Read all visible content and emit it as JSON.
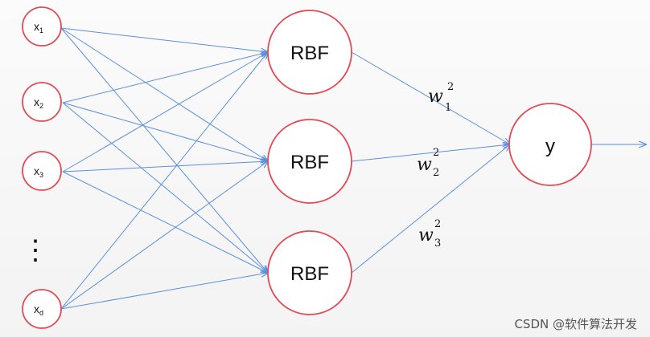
{
  "diagram": {
    "inputs": [
      {
        "id": "x1",
        "base": "x",
        "sub": "1"
      },
      {
        "id": "x2",
        "base": "x",
        "sub": "2"
      },
      {
        "id": "x3",
        "base": "x",
        "sub": "3"
      },
      {
        "id": "xd",
        "base": "x",
        "sub": "d"
      }
    ],
    "ellipsis": "⋮",
    "hidden": [
      {
        "id": "rbf1",
        "label": "RBF"
      },
      {
        "id": "rbf2",
        "label": "RBF"
      },
      {
        "id": "rbf3",
        "label": "RBF"
      }
    ],
    "output": {
      "id": "y",
      "label": "y"
    },
    "weights": [
      {
        "base": "w",
        "sup": "2",
        "sub": "1"
      },
      {
        "base": "w",
        "sup": "2",
        "sub": "2"
      },
      {
        "base": "w",
        "sup": "2",
        "sub": "3"
      }
    ],
    "colors": {
      "edge": "#5b8fe0",
      "node_stroke": "#e34a55"
    }
  },
  "watermark": "CSDN @软件算法开发"
}
